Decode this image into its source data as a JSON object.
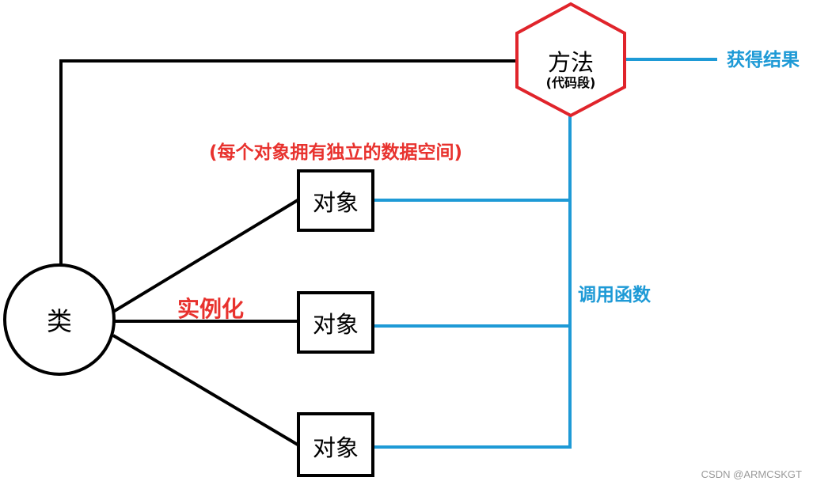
{
  "class_node": {
    "label": "类"
  },
  "method_node": {
    "label": "方法",
    "sublabel": "(代码段)"
  },
  "result_label": "获得结果",
  "call_label": "调用函数",
  "instantiate_label": "实例化",
  "note": "(每个对象拥有独立的数据空间)",
  "objects": [
    {
      "label": "对象"
    },
    {
      "label": "对象"
    },
    {
      "label": "对象"
    }
  ],
  "watermark": "CSDN @ARMCSKGT",
  "colors": {
    "black": "#000000",
    "blue": "#1e9ad6",
    "red_label": "#e8322e",
    "red_hexagon": "#e0242b",
    "watermark": "#9a9a9a"
  }
}
